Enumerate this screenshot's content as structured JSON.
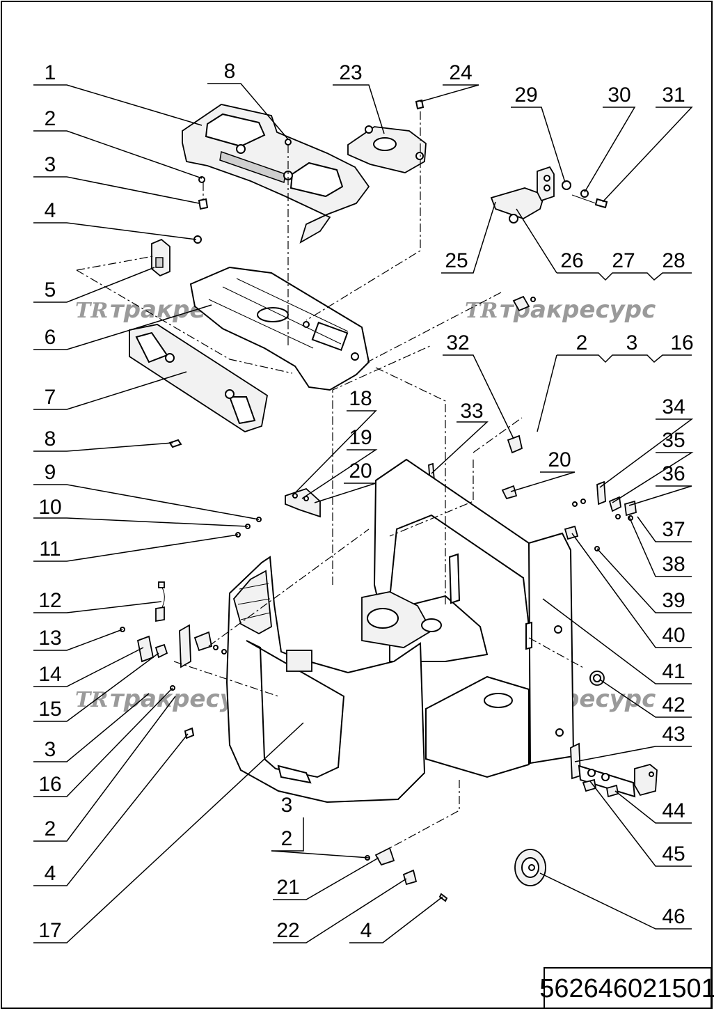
{
  "drawing_code": "562646021501",
  "watermarks": [
    {
      "logo": "TR",
      "text": "тракресурс"
    },
    {
      "logo": "TR",
      "text": "тракресурс"
    },
    {
      "logo": "TR",
      "text": "тракресурс"
    },
    {
      "logo": "TR",
      "text": "тракресурс"
    }
  ],
  "callouts_left": [
    "1",
    "2",
    "3",
    "4",
    "5",
    "6",
    "7",
    "8",
    "9",
    "10",
    "11",
    "12",
    "13",
    "14",
    "15",
    "3",
    "16",
    "2",
    "4",
    "17"
  ],
  "callouts_right": [
    "31",
    "36",
    "37",
    "38",
    "39",
    "40",
    "41",
    "42",
    "43",
    "44",
    "45",
    "46"
  ],
  "callouts_top": [
    "8",
    "23",
    "24",
    "29",
    "30"
  ],
  "callouts_mid": [
    "25",
    "26",
    "27",
    "28",
    "32",
    "2",
    "3",
    "16",
    "33",
    "34",
    "35",
    "18",
    "19",
    "20",
    "20",
    "3",
    "2",
    "21",
    "22",
    "4"
  ]
}
